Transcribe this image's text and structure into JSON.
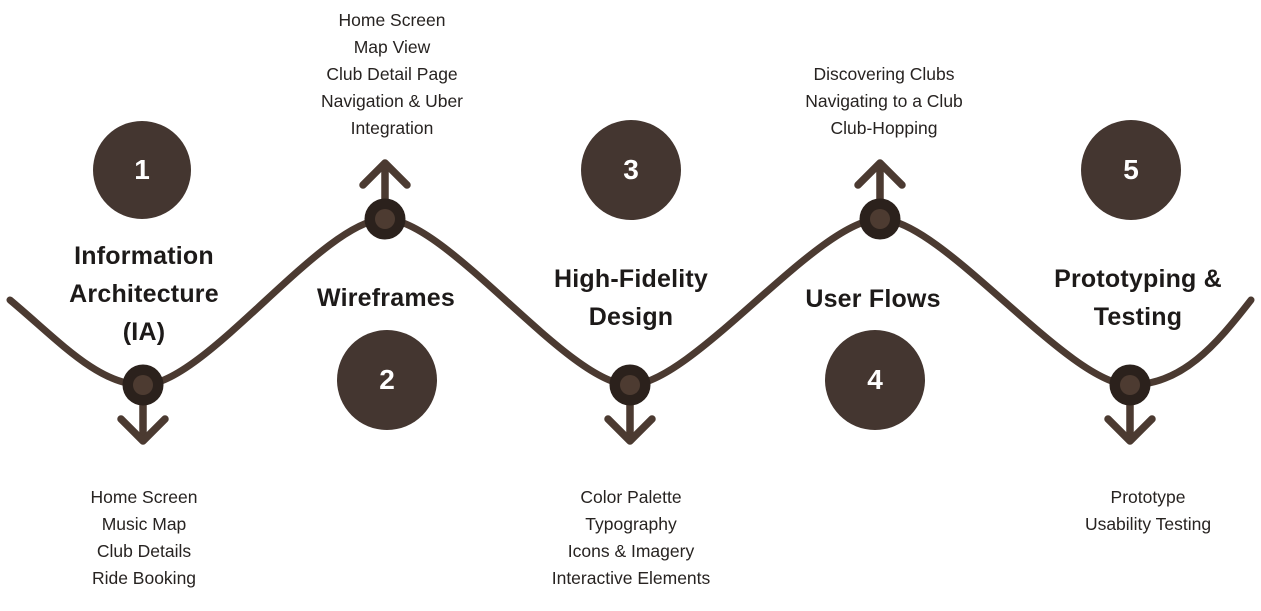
{
  "diagram_title": "",
  "colors": {
    "background": "#ffffff",
    "line": "#4b3a31",
    "node_outer": "#2b211c",
    "node_inner": "#4d3b31",
    "circle_fill": "#443630",
    "circle_number": "#ffffff",
    "title_text": "#1d1a19",
    "list_text": "#272321"
  },
  "stages": [
    {
      "number": "1",
      "title": "Information Architecture (IA)",
      "title_lines": [
        "Information",
        "Architecture",
        "(IA)"
      ],
      "items": [
        "Home Screen",
        "Music Map",
        "Club Details",
        "Ride Booking"
      ],
      "items_position": "below",
      "arrow_direction": "down"
    },
    {
      "number": "2",
      "title": "Wireframes",
      "title_lines": [
        "Wireframes"
      ],
      "items": [
        "Home Screen",
        "Map View",
        "Club Detail Page",
        "Navigation & Uber",
        "Integration"
      ],
      "items_position": "above",
      "arrow_direction": "up"
    },
    {
      "number": "3",
      "title": "High-Fidelity Design",
      "title_lines": [
        "High-Fidelity",
        "Design"
      ],
      "items": [
        "Color Palette",
        "Typography",
        "Icons & Imagery",
        "Interactive Elements"
      ],
      "items_position": "below",
      "arrow_direction": "down"
    },
    {
      "number": "4",
      "title": "User Flows",
      "title_lines": [
        "User Flows"
      ],
      "items": [
        "Discovering Clubs",
        "Navigating to a Club",
        "Club-Hopping"
      ],
      "items_position": "above",
      "arrow_direction": "up"
    },
    {
      "number": "5",
      "title": "Prototyping & Testing",
      "title_lines": [
        "Prototyping &",
        "Testing"
      ],
      "items": [
        "Prototype",
        "Usability Testing"
      ],
      "items_position": "below",
      "arrow_direction": "down"
    }
  ]
}
